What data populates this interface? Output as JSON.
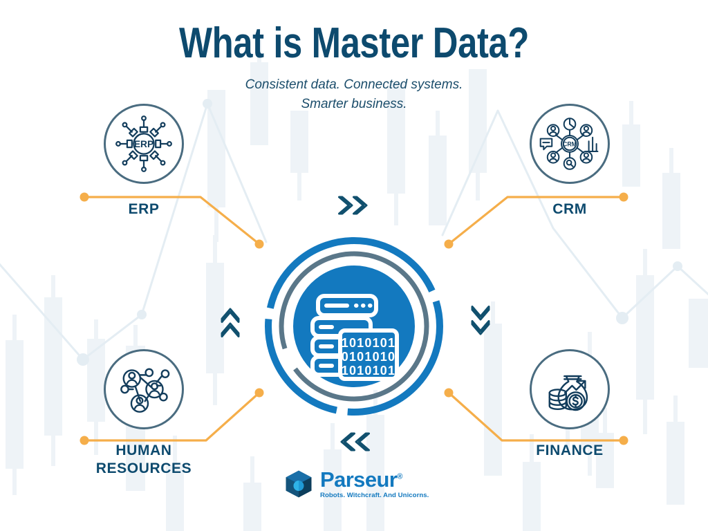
{
  "page": {
    "background_color": "#ffffff",
    "title": "What is Master Data?",
    "subtitle_line1": "Consistent data. Connected systems.",
    "subtitle_line2": "Smarter business."
  },
  "colors": {
    "navy": "#0d4a6e",
    "blue": "#1379bf",
    "slate": "#4a6c80",
    "orange": "#f5ae4a",
    "bg_pattern": "#eef3f7",
    "white": "#ffffff"
  },
  "center_hub": {
    "icon_name": "database-binary-icon",
    "outer_ring_color": "#1379bf",
    "middle_ring_color": "#5a7789",
    "disc_color": "#1379bf",
    "icon_color": "#ffffff"
  },
  "nodes": [
    {
      "id": "erp",
      "label": "ERP",
      "icon_name": "erp-gear-circuit-icon",
      "icon_text": "ERP",
      "position": "top-left"
    },
    {
      "id": "crm",
      "label": "CRM",
      "icon_name": "crm-network-users-icon",
      "icon_text": "CRM",
      "position": "top-right"
    },
    {
      "id": "hr",
      "label": "HUMAN\nRESOURCES",
      "icon_name": "people-network-icon",
      "icon_text": "",
      "position": "bottom-left"
    },
    {
      "id": "finance",
      "label": "FINANCE",
      "icon_name": "money-bag-coins-growth-icon",
      "icon_text": "",
      "position": "bottom-right"
    }
  ],
  "chevrons": [
    {
      "id": "top",
      "icon_name": "double-chevron-right-icon",
      "direction": "right"
    },
    {
      "id": "left",
      "icon_name": "double-chevron-up-icon",
      "direction": "up"
    },
    {
      "id": "right",
      "icon_name": "double-chevron-down-icon",
      "direction": "down"
    },
    {
      "id": "bottom",
      "icon_name": "double-chevron-left-icon",
      "direction": "left"
    }
  ],
  "logo": {
    "icon_name": "parseur-cube-logo-icon",
    "word": "Parseur",
    "registered": "®",
    "tagline": "Robots. Witchcraft. And Unicorns."
  }
}
